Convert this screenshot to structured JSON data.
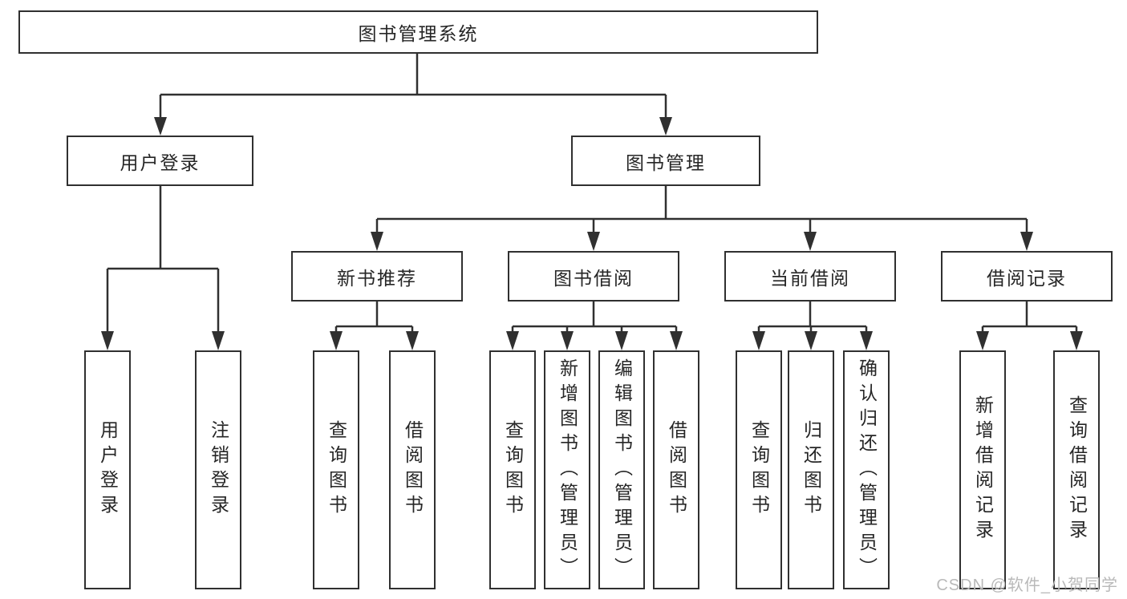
{
  "diagram": {
    "title": "图书管理系统",
    "root": {
      "label": "图书管理系统"
    },
    "branches": [
      {
        "label": "用户登录",
        "children": [
          {
            "label": "用户登录"
          },
          {
            "label": "注销登录"
          }
        ]
      },
      {
        "label": "图书管理",
        "children": [
          {
            "label": "新书推荐",
            "children": [
              {
                "label": "查询图书"
              },
              {
                "label": "借阅图书"
              }
            ]
          },
          {
            "label": "图书借阅",
            "children": [
              {
                "label": "查询图书"
              },
              {
                "label": "新增图书（管理员）"
              },
              {
                "label": "编辑图书（管理员）"
              },
              {
                "label": "借阅图书"
              }
            ]
          },
          {
            "label": "当前借阅",
            "children": [
              {
                "label": "查询图书"
              },
              {
                "label": "归还图书"
              },
              {
                "label": "确认归还（管理员）"
              }
            ]
          },
          {
            "label": "借阅记录",
            "children": [
              {
                "label": "新增借阅记录"
              },
              {
                "label": "查询借阅记录"
              }
            ]
          }
        ]
      }
    ]
  },
  "watermark": {
    "text": "CSDN @软件_小贺同学"
  },
  "colors": {
    "line": "#303030",
    "text": "#262626",
    "watermark": "#b9b9b9",
    "background": "#ffffff"
  }
}
